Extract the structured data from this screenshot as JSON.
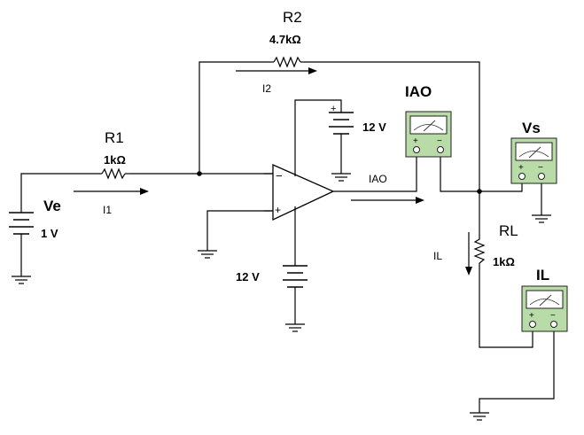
{
  "components": {
    "r1": {
      "name": "R1",
      "value": "1kΩ"
    },
    "r2": {
      "name": "R2",
      "value": "4.7kΩ"
    },
    "rl": {
      "name": "RL",
      "value": "1kΩ"
    },
    "ve": {
      "name": "Ve",
      "value": "1 V"
    },
    "supply_pos": {
      "value": "12 V"
    },
    "supply_neg": {
      "value": "12 V"
    },
    "opamp": {
      "minus": "−",
      "plus": "+"
    }
  },
  "currents": {
    "i1": "I1",
    "i2": "I2",
    "iao": "IAO",
    "il": "IL"
  },
  "meters": {
    "iao": {
      "name": "IAO",
      "plus": "+",
      "minus": "−"
    },
    "vs": {
      "name": "Vs",
      "plus": "+",
      "minus": "−"
    },
    "il": {
      "name": "IL",
      "plus": "+",
      "minus": "−"
    }
  },
  "colors": {
    "meter_body": "#b9dba8",
    "wire": "#000000"
  }
}
